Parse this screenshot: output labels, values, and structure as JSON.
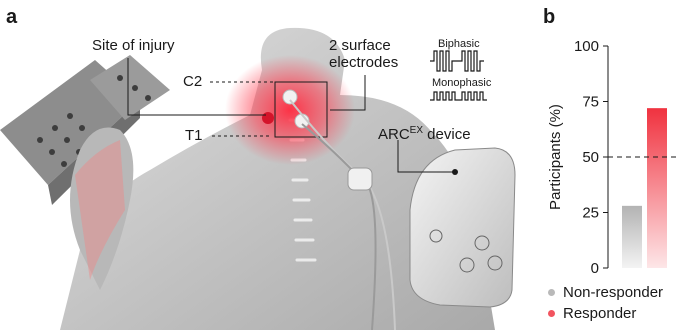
{
  "panel_a": {
    "letter": "a",
    "labels": {
      "site_of_injury": "Site of injury",
      "c2": "C2",
      "t1": "T1",
      "electrodes_line1": "2 surface",
      "electrodes_line2": "electrodes",
      "biphasic": "Biphasic",
      "monophasic": "Monophasic",
      "device": "ARC",
      "device_sup": "EX",
      "device_suffix": " device"
    },
    "colors": {
      "skin": "#c9c9c9",
      "stim": "#f0304a",
      "device": "#d8d8d8"
    }
  },
  "panel_b": {
    "letter": "b",
    "ylabel": "Participants (%)",
    "legend": [
      {
        "label": "Non-responder",
        "color": "#b9b9b9"
      },
      {
        "label": "Responder",
        "color": "#f2545f"
      }
    ]
  },
  "chart_data": {
    "type": "bar",
    "categories": [
      "Non-responder",
      "Responder"
    ],
    "values": [
      28,
      72
    ],
    "ylabel": "Participants (%)",
    "ylim": [
      0,
      100
    ],
    "yticks": [
      0,
      25,
      50,
      75,
      100
    ],
    "reference_line": 50,
    "colors": [
      "#b9b9b9",
      "#f2545f"
    ]
  }
}
